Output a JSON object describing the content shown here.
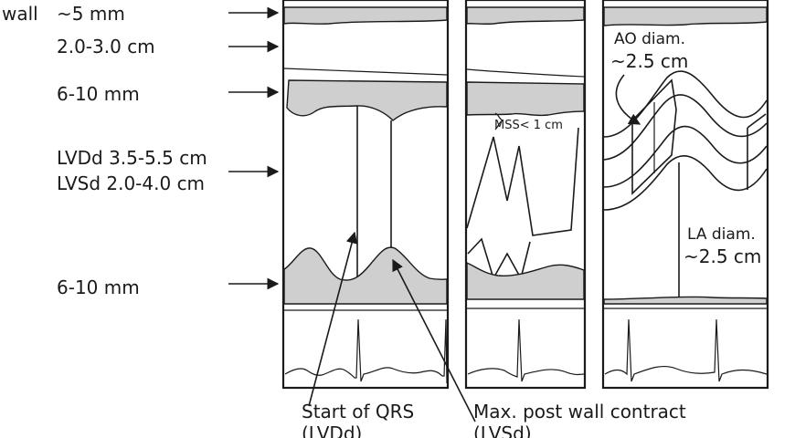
{
  "labels": {
    "wall": "wall",
    "wall_value": "~5 mm",
    "rv_diameter": "2.0-3.0 cm",
    "septum": "6-10 mm",
    "lvdd": "LVDd 3.5-5.5 cm",
    "lvsd": "LVSd 2.0-4.0 cm",
    "post_wall": "6-10 mm",
    "mss": "MSS< 1 cm",
    "ao_diam": "AO diam.",
    "ao_value": "~2.5 cm",
    "la_diam": "LA diam.",
    "la_value": "~2.5 cm",
    "start_qrs": "Start of QRS",
    "start_qrs_sub": "(LVDd)",
    "max_post": "Max. post wall contract",
    "max_post_sub": "(LVSd)"
  },
  "colors": {
    "line": "#1a1a1a",
    "tissue_fill": "#cfcfcf",
    "background": "#ffffff"
  }
}
